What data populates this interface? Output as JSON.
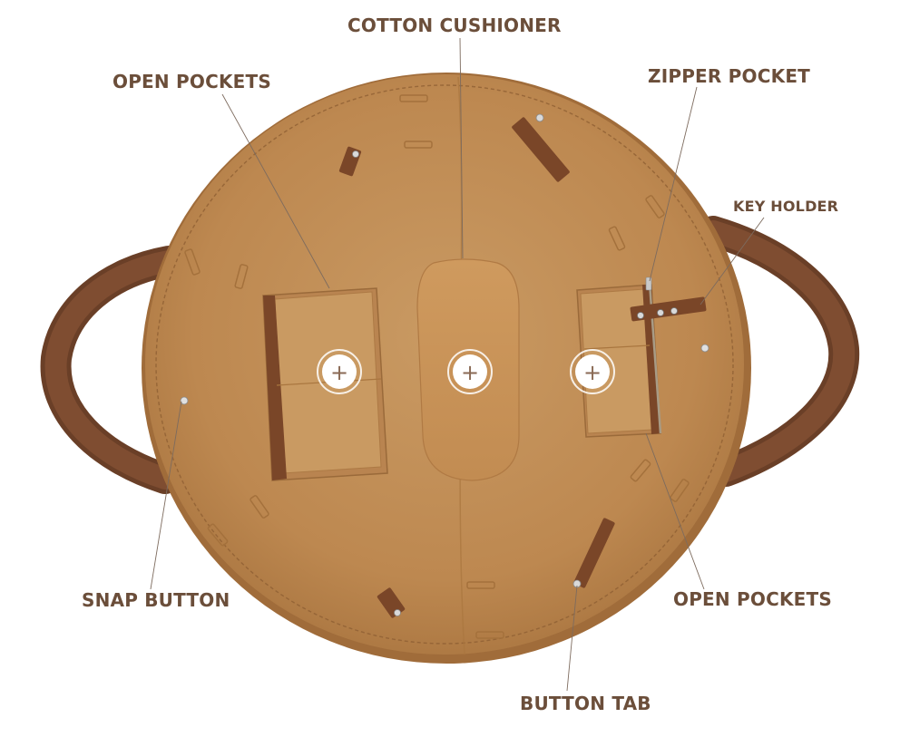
{
  "colors": {
    "label": "#6b4e3a",
    "leather": "#c08b55",
    "leather_dark": "#9e6d3e",
    "strap": "#7a4a2e",
    "pocket": "#c9995f"
  },
  "labels": {
    "cotton_cushioner": "COTTON CUSHIONER",
    "open_pockets_left": "OPEN POCKETS",
    "zipper_pocket": "ZIPPER POCKET",
    "key_holder": "KEY HOLDER",
    "snap_button": "SNAP BUTTON",
    "open_pockets_right": "OPEN POCKETS",
    "button_tab": "BUTTON TAB"
  },
  "hotspots": [
    {
      "icon": "plus-icon",
      "glyph": "+"
    },
    {
      "icon": "plus-icon",
      "glyph": "+"
    },
    {
      "icon": "plus-icon",
      "glyph": "+"
    }
  ]
}
